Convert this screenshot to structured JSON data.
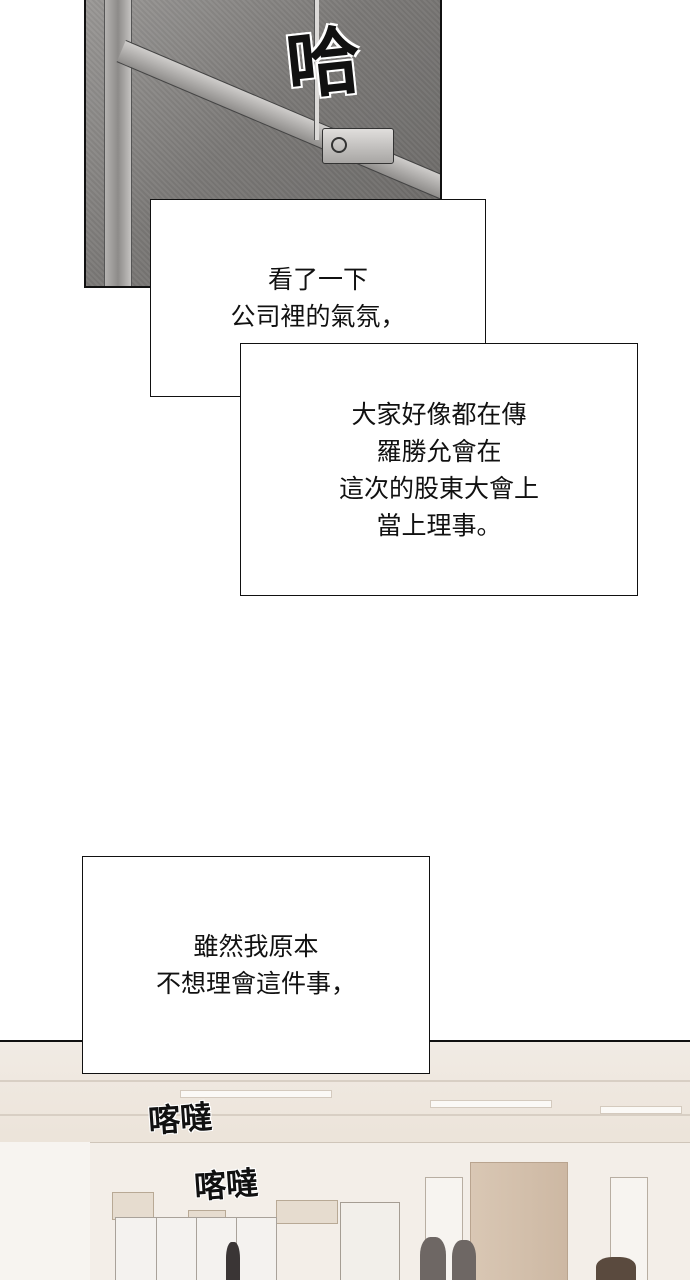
{
  "top_panel": {
    "sound_effect": "哈"
  },
  "captions": [
    {
      "lines": [
        "看了一下",
        "公司裡的氣氛，"
      ]
    },
    {
      "lines": [
        "大家好像都在傳",
        "羅勝允會在",
        "這次的股東大會上",
        "當上理事。"
      ]
    },
    {
      "lines": [
        "雖然我原本",
        "不想理會這件事，"
      ]
    }
  ],
  "bottom_panel": {
    "sound_effects": [
      "喀噠",
      "喀噠"
    ]
  }
}
